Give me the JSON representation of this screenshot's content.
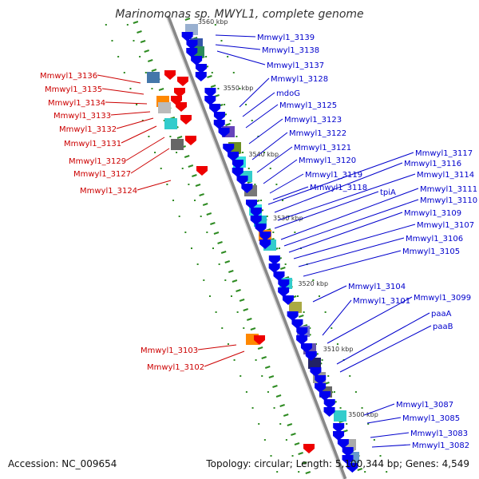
{
  "title": "Marinomonas sp. MWYL1, complete genome",
  "footer": {
    "accession": "Accession: NC_009654",
    "summary": "Topology: circular; Length: 5,100,344 bp; Genes: 4,549"
  },
  "colors": {
    "forward_gene": "#0000ee",
    "reverse_gene": "#ee0000",
    "backbone": "#888888",
    "tick": "#2e8b22",
    "left_label": "#cc0000",
    "right_label": "#0000cc"
  },
  "scale_labels": [
    "3560 kbp",
    "3550 kbp",
    "3540 kbp",
    "3530 kbp",
    "3520 kbp",
    "3510 kbp",
    "3500 kbp"
  ],
  "left_labels": [
    "Mmwyl1_3136",
    "Mmwyl1_3135",
    "Mmwyl1_3134",
    "Mmwyl1_3133",
    "Mmwyl1_3132",
    "Mmwyl1_3131",
    "Mmwyl1_3129",
    "Mmwyl1_3127",
    "Mmwyl1_3124",
    "Mmwyl1_3103",
    "Mmwyl1_3102"
  ],
  "right_labels": [
    "Mmwyl1_3139",
    "Mmwyl1_3138",
    "Mmwyl1_3137",
    "Mmwyl1_3128",
    "mdoG",
    "Mmwyl1_3125",
    "Mmwyl1_3123",
    "Mmwyl1_3122",
    "Mmwyl1_3121",
    "Mmwyl1_3120",
    "Mmwyl1_3119",
    "Mmwyl1_3118",
    "Mmwyl1_3117",
    "Mmwyl1_3116",
    "Mmwyl1_3114",
    "tpiA",
    "Mmwyl1_3111",
    "Mmwyl1_3110",
    "Mmwyl1_3109",
    "Mmwyl1_3107",
    "Mmwyl1_3106",
    "Mmwyl1_3105",
    "Mmwyl1_3104",
    "Mmwyl1_3101",
    "Mmwyl1_3099",
    "paaA",
    "paaB",
    "Mmwyl1_3087",
    "Mmwyl1_3085",
    "Mmwyl1_3083",
    "Mmwyl1_3082"
  ]
}
